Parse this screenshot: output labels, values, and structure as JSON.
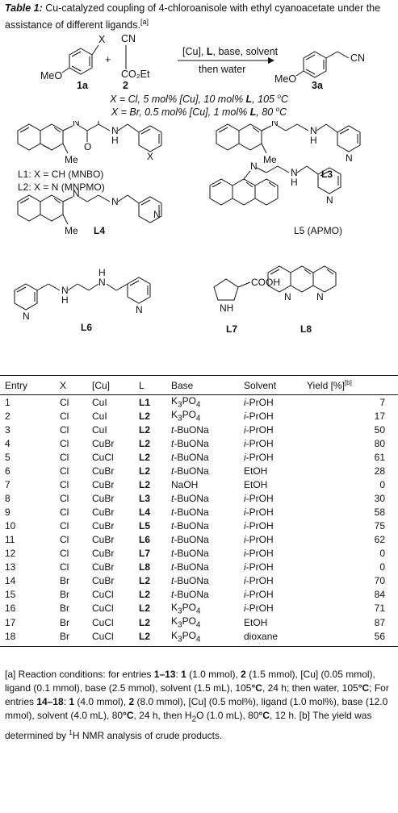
{
  "caption": {
    "label": "Table 1:",
    "text": " Cu-catalyzed coupling of 4-chloroanisole with ethyl cyanoacetate under the assistance of different ligands.",
    "note": "[a]"
  },
  "scheme": {
    "reactant1_label": "1a",
    "reactant1_substituent": "X",
    "reactant1_group": "MeO",
    "plus": "+",
    "reactant2_label": "2",
    "reactant2_group1": "CN",
    "reactant2_group2": "CO₂Et",
    "arrow_top_pre": "[Cu], ",
    "arrow_top_bold": "L",
    "arrow_top_post": ", base, solvent",
    "arrow_bottom": "then water",
    "product_label": "3a",
    "product_group1": "MeO",
    "product_group2": "CN"
  },
  "conditions": [
    {
      "pre": "X = Cl, 5 mol% [Cu], 10 mol% ",
      "ligand": "L",
      "post": ", 105 ",
      "deg": "o",
      "unit": "C"
    },
    {
      "pre": "X = Br, 0.5 mol% [Cu], 1 mol% ",
      "ligand": "L",
      "post": ", 80 ",
      "deg": "o",
      "unit": "C"
    }
  ],
  "ligands": {
    "l1": "L1: X = CH (MNBO)",
    "l2": "L2: X = N (MNPMO)",
    "l1l2_x": "X",
    "l3": "L3",
    "l4": "L4",
    "l5": "L5 (APMO)",
    "l6": "L6",
    "l7": "L7",
    "l8": "L8",
    "me": "Me",
    "n": "N",
    "h": "H",
    "o": "O",
    "nh": "NH",
    "cooh": "COOH"
  },
  "table": {
    "headers": [
      "Entry",
      "X",
      "[Cu]",
      "L",
      "Base",
      "Solvent",
      "Yield [%]"
    ],
    "yield_note": "[b]",
    "rows": [
      [
        "1",
        "Cl",
        "CuI",
        "L1",
        "K3PO4",
        "i-PrOH",
        "7"
      ],
      [
        "2",
        "Cl",
        "CuI",
        "L2",
        "K3PO4",
        "i-PrOH",
        "17"
      ],
      [
        "3",
        "Cl",
        "CuI",
        "L2",
        "t-BuONa",
        "i-PrOH",
        "50"
      ],
      [
        "4",
        "Cl",
        "CuBr",
        "L2",
        "t-BuONa",
        "i-PrOH",
        "80"
      ],
      [
        "5",
        "Cl",
        "CuCl",
        "L2",
        "t-BuONa",
        "i-PrOH",
        "61"
      ],
      [
        "6",
        "Cl",
        "CuBr",
        "L2",
        "t-BuONa",
        "EtOH",
        "28"
      ],
      [
        "7",
        "Cl",
        "CuBr",
        "L2",
        "NaOH",
        "EtOH",
        "0"
      ],
      [
        "8",
        "Cl",
        "CuBr",
        "L3",
        "t-BuONa",
        "i-PrOH",
        "30"
      ],
      [
        "9",
        "Cl",
        "CuBr",
        "L4",
        "t-BuONa",
        "i-PrOH",
        "58"
      ],
      [
        "10",
        "Cl",
        "CuBr",
        "L5",
        "t-BuONa",
        "i-PrOH",
        "75"
      ],
      [
        "11",
        "Cl",
        "CuBr",
        "L6",
        "t-BuONa",
        "i-PrOH",
        "62"
      ],
      [
        "12",
        "Cl",
        "CuBr",
        "L7",
        "t-BuONa",
        "i-PrOH",
        "0"
      ],
      [
        "13",
        "Cl",
        "CuBr",
        "L8",
        "t-BuONa",
        "i-PrOH",
        "0"
      ],
      [
        "14",
        "Br",
        "CuBr",
        "L2",
        "t-BuONa",
        "i-PrOH",
        "70"
      ],
      [
        "15",
        "Br",
        "CuCl",
        "L2",
        "t-BuONa",
        "i-PrOH",
        "84"
      ],
      [
        "16",
        "Br",
        "CuCl",
        "L2",
        "K3PO4",
        "i-PrOH",
        "71"
      ],
      [
        "17",
        "Br",
        "CuCl",
        "L2",
        "K3PO4",
        "EtOH",
        "87"
      ],
      [
        "18",
        "Br",
        "CuCl",
        "L2",
        "K3PO4",
        "dioxane",
        "56"
      ]
    ]
  },
  "footnote": {
    "a_part1": "[a] Reaction conditions: for entries ",
    "a_e1": "1–13",
    "a_part2": ": ",
    "a_c1": "1",
    "a_part3": " (1.0 mmol), ",
    "a_c2": "2",
    "a_part4": " (1.5 mmol), [Cu] (0.05 mmol), ligand (0.1 mmol), base (2.5 mmol), solvent (1.5 mL), 105",
    "a_deg1": "°C",
    "a_part5": ", 24 h; then water, 105",
    "a_deg2": "°C",
    "a_part6": "; For entries ",
    "a_e2": "14–18",
    "a_part7": ": ",
    "a_c3": "1",
    "a_part8": " (4.0 mmol), ",
    "a_c4": "2",
    "a_part9": " (8.0 mmol), [Cu] (0.5 mol%), ligand (1.0 mol%), base (12.0 mmol), solvent (4.0 mL), 80",
    "a_deg3": "°C",
    "a_part10": ", 24 h, then H",
    "a_sub": "2",
    "a_part11": "O (1.0 mL), 80",
    "a_deg4": "°C",
    "a_part12": ", 12 h. [b] The yield was determined by ",
    "a_sup": "1",
    "a_part13": "H NMR analysis of crude products."
  }
}
